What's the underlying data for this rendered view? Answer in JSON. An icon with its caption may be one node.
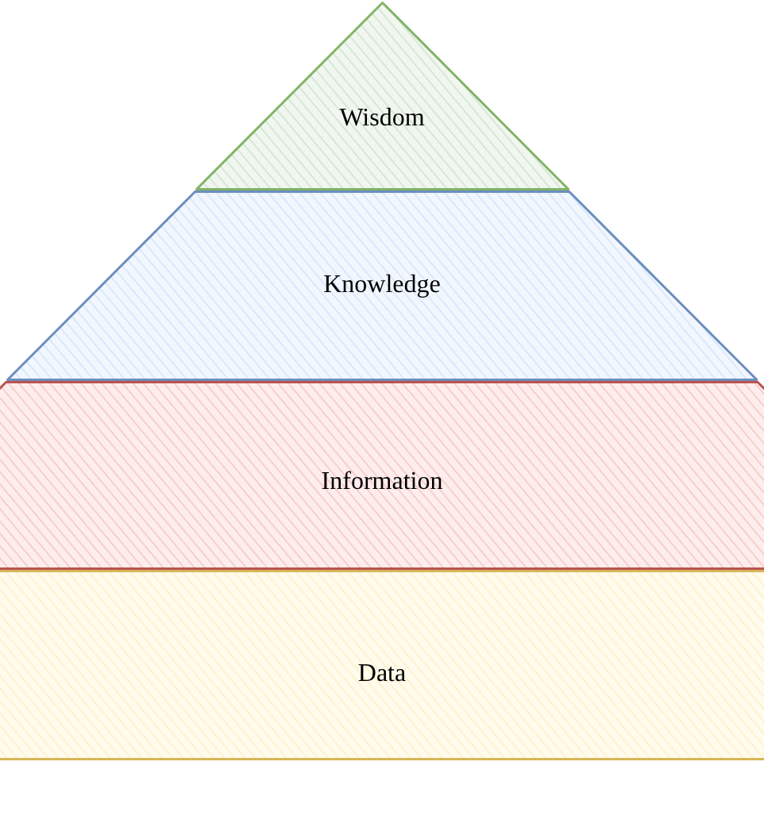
{
  "diagram": {
    "nodes": [
      {
        "text": [
          "Wisdom"
        ]
      },
      {
        "text": [
          "Knowledge"
        ]
      },
      {
        "text": [
          "Information"
        ]
      },
      {
        "text": [
          "Data"
        ]
      }
    ]
  }
}
